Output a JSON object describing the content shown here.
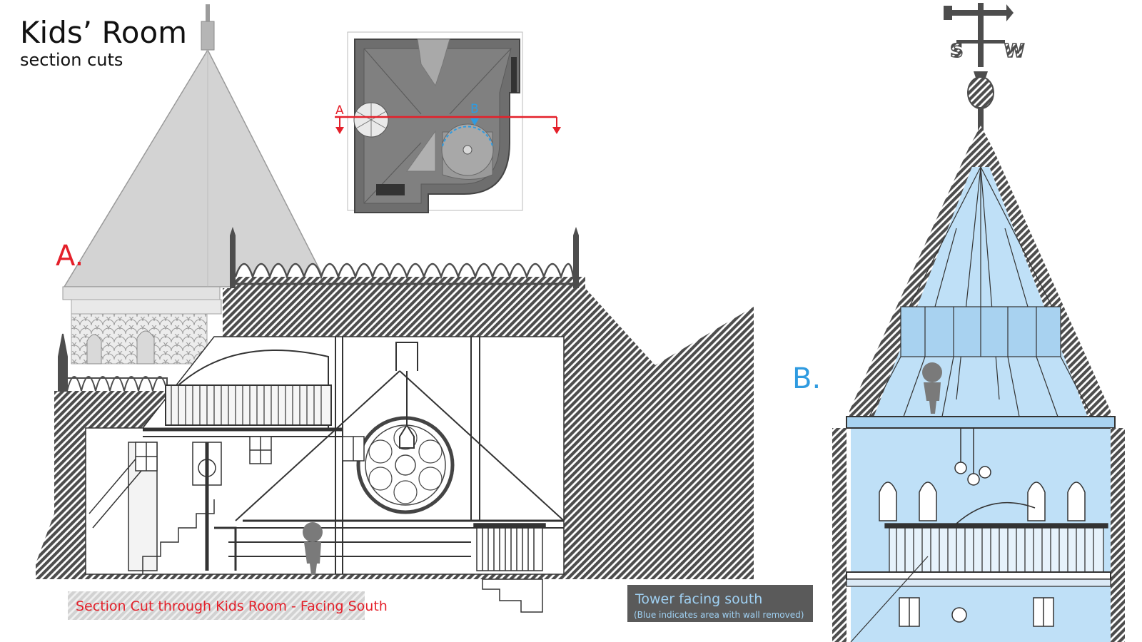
{
  "header": {
    "title": "Kids’ Room",
    "subtitle": "section cuts"
  },
  "plan": {
    "marker_a": "A",
    "marker_b": "B"
  },
  "section_a": {
    "label": "A.",
    "caption": "Section Cut through Kids Room - Facing South"
  },
  "section_b": {
    "label": "B.",
    "caption_title": "Tower facing south",
    "caption_note": "(Blue indicates area with wall removed)"
  },
  "weathervane": {
    "south": "S",
    "west": "W"
  },
  "colors": {
    "section_red": "#e4202a",
    "section_blue": "#2f9be0",
    "removed_wall_fill": "#bfe0f7",
    "cut_hatch_dark": "#4d4d4d",
    "roof_grey": "#d2d2d2",
    "plan_roof": "#737373",
    "caption_box": "#5a5a5a"
  }
}
